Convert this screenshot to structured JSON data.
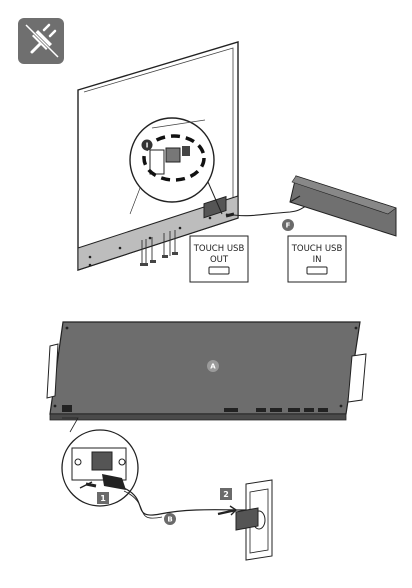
{
  "labels": {
    "touch_usb_out_line1": "TOUCH USB",
    "touch_usb_out_line2": "OUT",
    "touch_usb_in_line1": "TOUCH USB",
    "touch_usb_in_line2": "IN"
  },
  "markers": {
    "zoom_marker": "I",
    "cable_f": "F",
    "panel_a": "A",
    "cable_b": "B",
    "step_1": "1",
    "step_2": "2"
  }
}
